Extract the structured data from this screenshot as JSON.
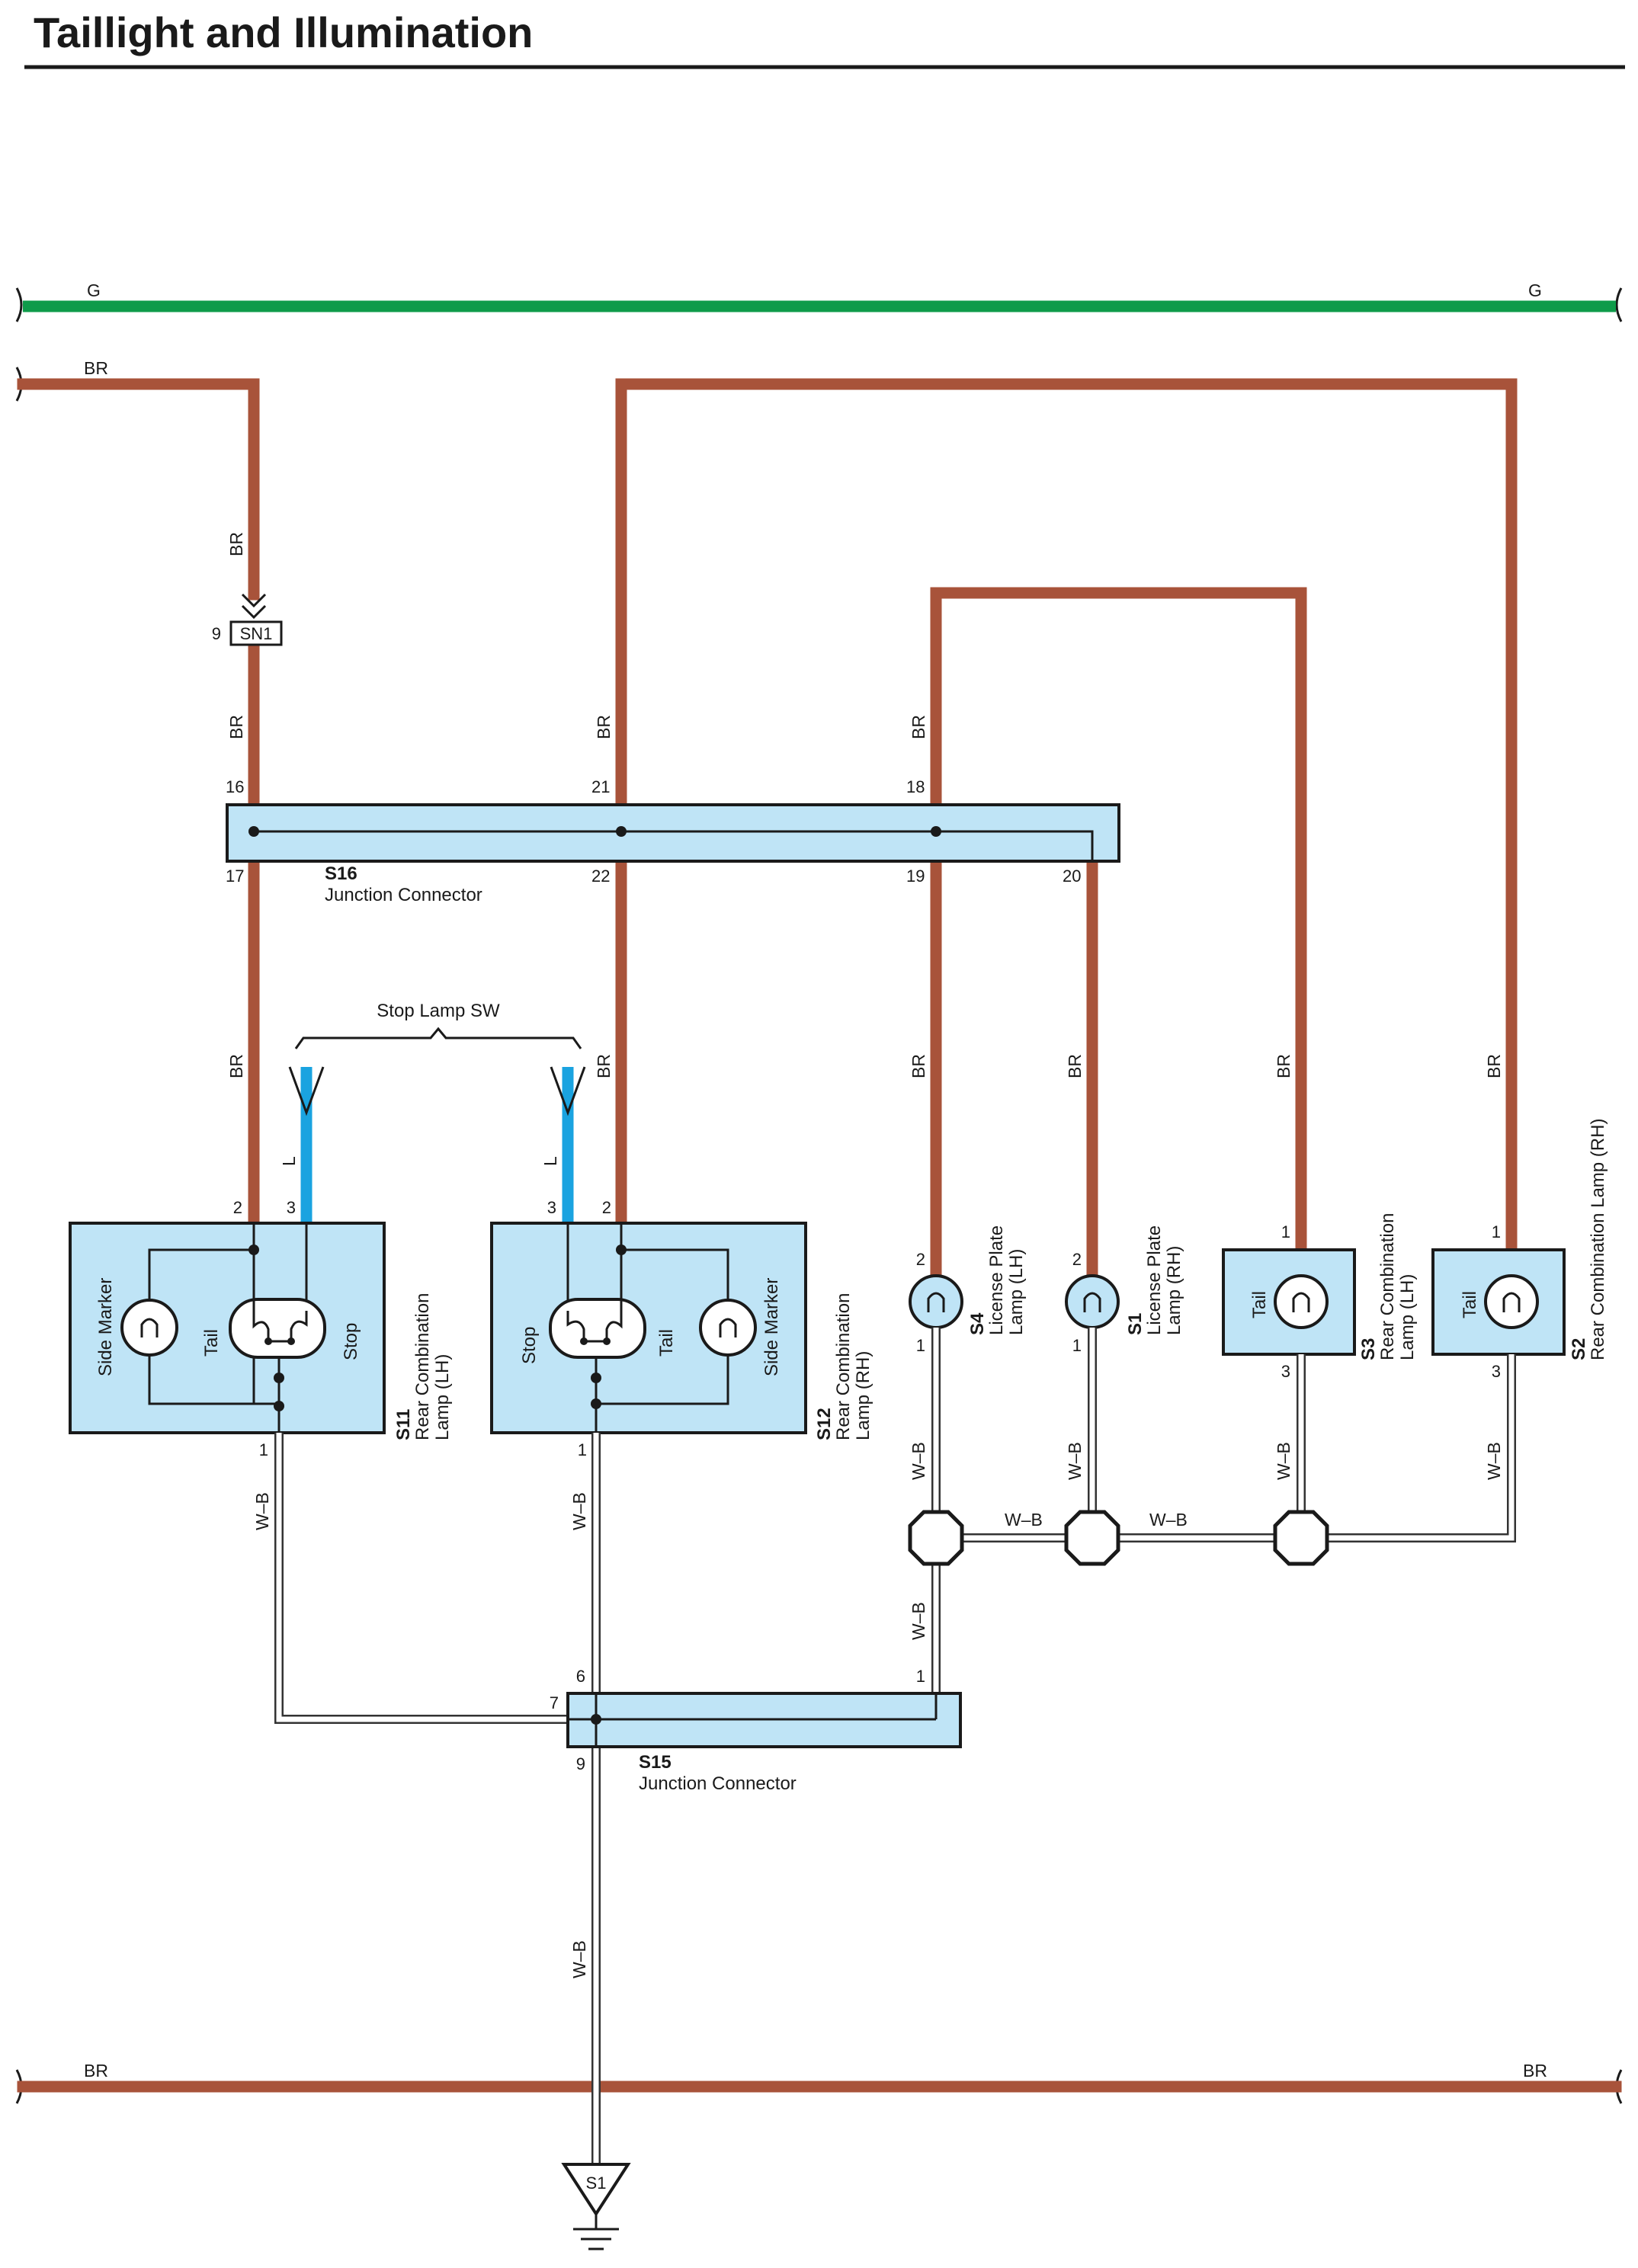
{
  "title": "Taillight and Illumination",
  "wires": {
    "g": "G",
    "br": "BR",
    "l": "L",
    "wb": "W–B"
  },
  "colors": {
    "br": "#a8533a",
    "g": "#0e9b4a",
    "l": "#1aa3e0",
    "box": "#bfe4f6"
  },
  "sn1": {
    "label": "SN1",
    "pin": "9"
  },
  "s16": {
    "code": "S16",
    "name": "Junction Connector",
    "pins": {
      "p16": "16",
      "p21": "21",
      "p18": "18",
      "p17": "17",
      "p22": "22",
      "p19": "19",
      "p20": "20"
    }
  },
  "stop_sw": "Stop Lamp SW",
  "s11": {
    "code": "S11",
    "name1": "Rear Combination",
    "name2": "Lamp (LH)",
    "side_marker": "Side Marker",
    "tail": "Tail",
    "stop": "Stop",
    "pin2": "2",
    "pin3": "3",
    "pin1": "1"
  },
  "s12": {
    "code": "S12",
    "name1": "Rear Combination",
    "name2": "Lamp (RH)",
    "side_marker": "Side Marker",
    "tail": "Tail",
    "stop": "Stop",
    "pin2": "2",
    "pin3": "3",
    "pin1": "1"
  },
  "s4": {
    "code": "S4",
    "name1": "License Plate",
    "name2": "Lamp (LH)",
    "pin2": "2",
    "pin1": "1"
  },
  "s1": {
    "code": "S1",
    "name1": "License Plate",
    "name2": "Lamp (RH)",
    "pin2": "2",
    "pin1": "1"
  },
  "s3": {
    "code": "S3",
    "name1": "Rear Combination",
    "name2": "Lamp (LH)",
    "tail": "Tail",
    "pin1": "1",
    "pin3": "3"
  },
  "s2": {
    "code": "S2",
    "name1": "Rear Combination Lamp (RH)",
    "tail": "Tail",
    "pin1": "1",
    "pin3": "3"
  },
  "s15": {
    "code": "S15",
    "name": "Junction Connector",
    "pins": {
      "p6": "6",
      "p7": "7",
      "p1": "1",
      "p9": "9"
    }
  },
  "ground": {
    "label": "S1"
  }
}
